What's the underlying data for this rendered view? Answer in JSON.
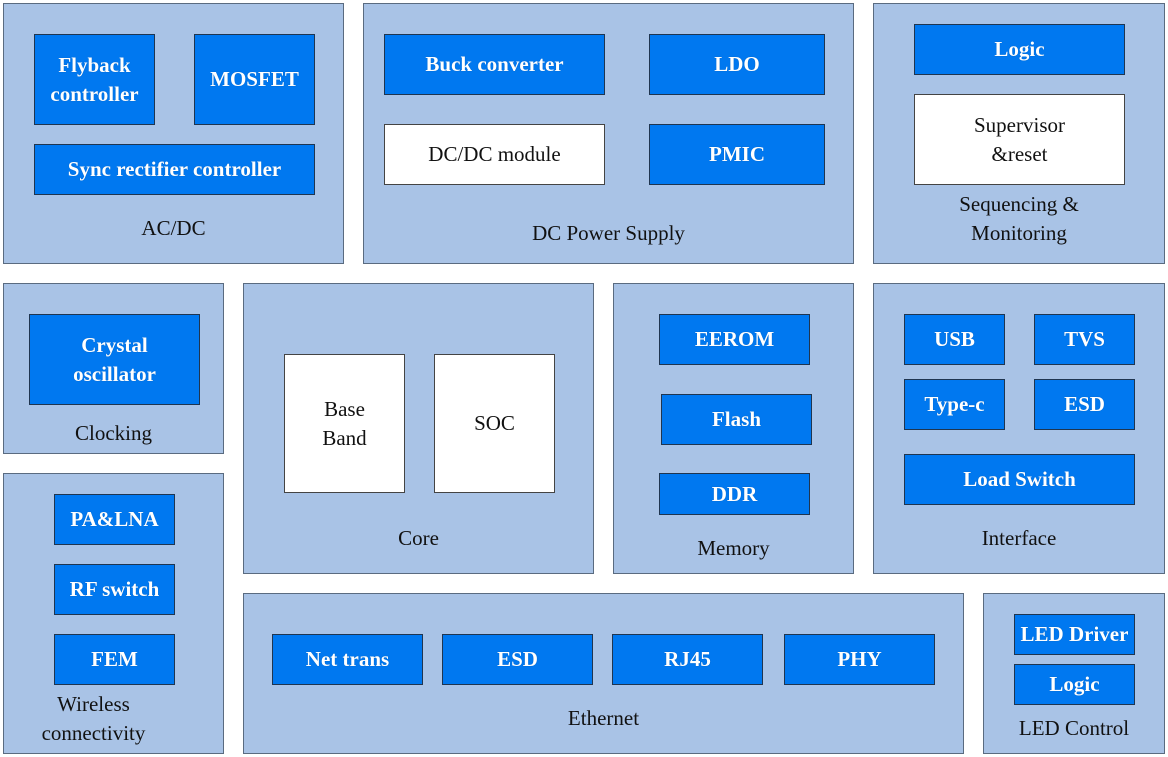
{
  "colors": {
    "group_fill": "#a9c3e6",
    "block_blue": "#0078f0",
    "block_white": "#ffffff"
  },
  "acdc": {
    "label": "AC/DC",
    "flyback": "Flyback\ncontroller",
    "mosfet": "MOSFET",
    "sync": "Sync rectifier controller"
  },
  "dc_power": {
    "label": "DC Power Supply",
    "buck": "Buck converter",
    "ldo": "LDO",
    "dcdc_module": "DC/DC module",
    "pmic": "PMIC"
  },
  "sequencing": {
    "label": "Sequencing &\nMonitoring",
    "logic": "Logic",
    "supervisor": "Supervisor\n&reset"
  },
  "clocking": {
    "label": "Clocking",
    "crystal": "Crystal\noscillator"
  },
  "core": {
    "label": "Core",
    "baseband": "Base\nBand",
    "soc": "SOC"
  },
  "memory": {
    "label": "Memory",
    "eerom": "EEROM",
    "flash": "Flash",
    "ddr": "DDR"
  },
  "interface": {
    "label": "Interface",
    "usb": "USB",
    "tvs": "TVS",
    "typec": "Type-c",
    "esd": "ESD",
    "load_switch": "Load Switch"
  },
  "wireless": {
    "label": "Wireless\nconnectivity",
    "pa_lna": "PA&LNA",
    "rf_switch": "RF switch",
    "fem": "FEM"
  },
  "ethernet": {
    "label": "Ethernet",
    "net_trans": "Net trans",
    "esd": "ESD",
    "rj45": "RJ45",
    "phy": "PHY"
  },
  "led": {
    "label": "LED Control",
    "driver": "LED Driver",
    "logic": "Logic"
  }
}
